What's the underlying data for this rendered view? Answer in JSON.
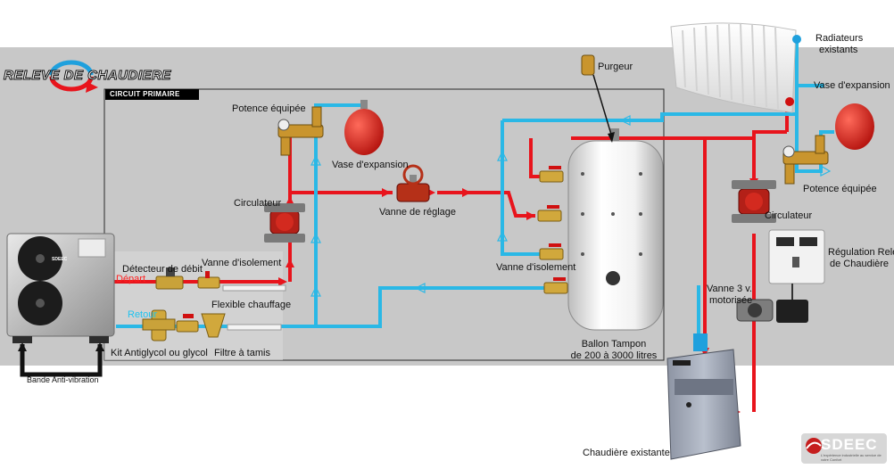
{
  "header": {
    "logo_text": "RELEVE DE CHAUDIERE",
    "zone_title": "CIRCUIT PRIMAIRE"
  },
  "labels": {
    "potence_left": "Potence équipée",
    "vase_left": "Vase d'expansion",
    "circulateur_left": "Circulateur",
    "vanne_reglage": "Vanne de réglage",
    "purgeur": "Purgeur",
    "detecteur": "Détecteur de débit",
    "vanne_isolement_left": "Vanne d'isolement",
    "depart": "Départ",
    "retour": "Retour",
    "flexible": "Flexible chauffage",
    "kit_antiglycol": "Kit Antiglycol ou glycol",
    "filtre": "Filtre à tamis",
    "bande": "Bande Anti-vibration",
    "vanne_isolement_right": "Vanne d'isolement",
    "ballon_line1": "Ballon Tampon",
    "ballon_line2": "de 200 à 3000 litres",
    "radiateurs_line1": "Radiateurs",
    "radiateurs_line2": "existants",
    "vase_right": "Vase d'expansion",
    "potence_right": "Potence équipée",
    "circulateur_right": "Circulateur",
    "regulation_line1": "Régulation Relève",
    "regulation_line2": "de Chaudière",
    "vanne3v_line1": "Vanne 3 v.",
    "vanne3v_line2": "motorisée",
    "chaudiere": "Chaudière existante"
  },
  "brand": {
    "name": "SDEEC",
    "tagline": "L'expérience industrielle au service de votre Confort"
  },
  "pump_badge": "SDEEC",
  "colors": {
    "hot_pipe": "#e8141c",
    "cold_pipe": "#2ab8e6",
    "band": "#c8c8c8",
    "accent_orange": "#ff8a1e"
  }
}
